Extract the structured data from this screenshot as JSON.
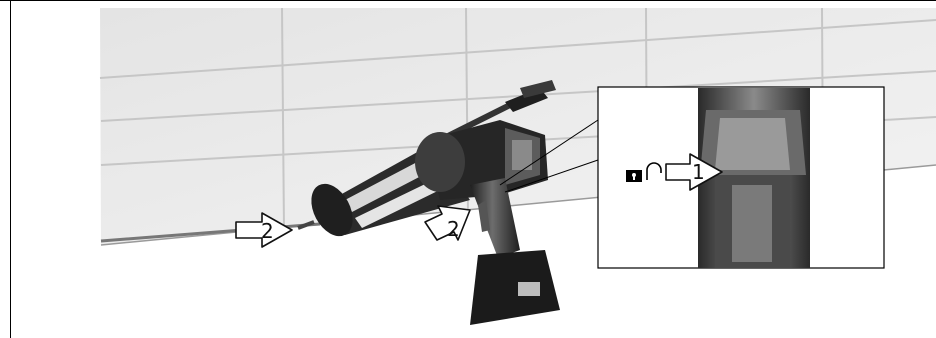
{
  "illustration": {
    "callouts": {
      "main_arrow_number": "2",
      "trigger_arrow_number": "2",
      "inset_arrow_number": "1"
    },
    "icons": {
      "lock": "padlock-closed-icon",
      "unlock": "padlock-open-icon"
    },
    "colors": {
      "tile_fill": "#ededed",
      "grout": "#c6c6c6",
      "tool_body": "#2a2a2a",
      "tool_highlight": "#8c8c8c"
    }
  }
}
